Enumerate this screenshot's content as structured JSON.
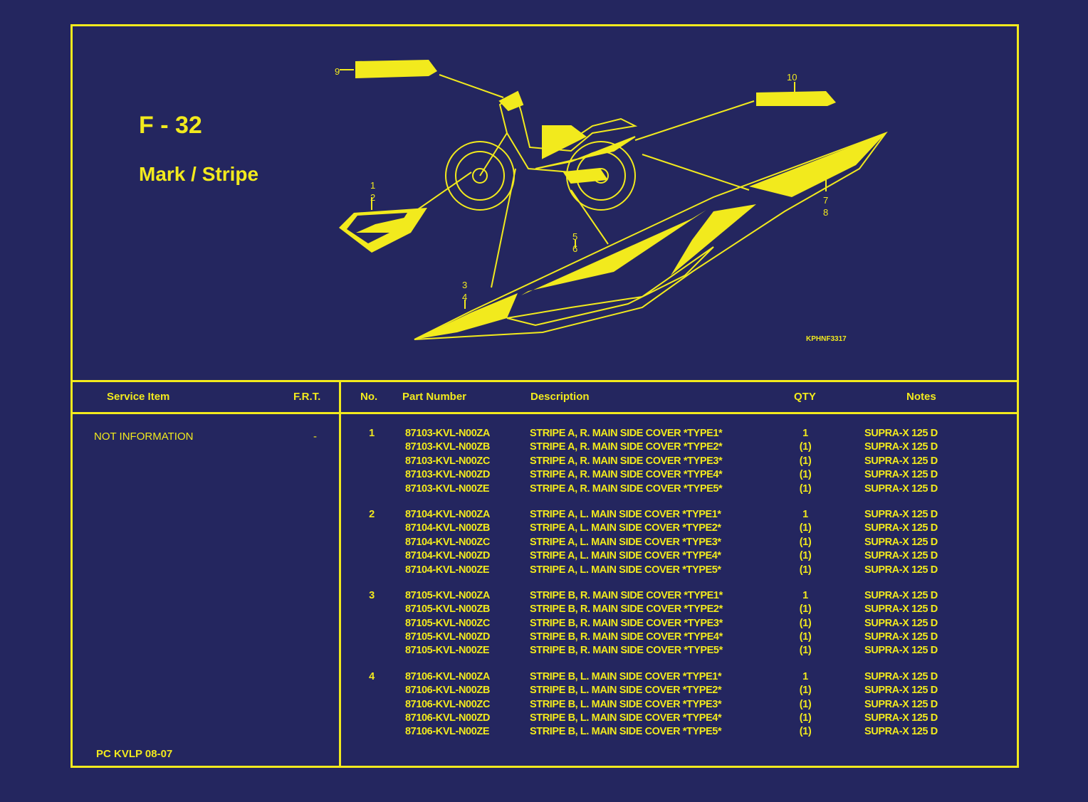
{
  "figure": {
    "code": "F - 32",
    "title": "Mark / Stripe",
    "ref_code": "KPHNF3317",
    "callouts": [
      "9",
      "10",
      "1",
      "2",
      "7",
      "8",
      "5",
      "6",
      "3",
      "4"
    ]
  },
  "service_panel": {
    "header_service_item": "Service Item",
    "header_frt": "F.R.T.",
    "item": "NOT INFORMATION",
    "frt": "-",
    "footer_code": "PC KVLP 08-07"
  },
  "parts_table": {
    "headers": {
      "no": "No.",
      "part_number": "Part Number",
      "description": "Description",
      "qty": "QTY",
      "notes": "Notes"
    },
    "groups": [
      {
        "no": "1",
        "rows": [
          {
            "part_number": "87103-KVL-N00ZA",
            "description": "STRIPE A, R. MAIN SIDE COVER *TYPE1*",
            "qty": "1",
            "notes": "SUPRA-X 125 D"
          },
          {
            "part_number": "87103-KVL-N00ZB",
            "description": "STRIPE A, R. MAIN SIDE COVER *TYPE2*",
            "qty": "(1)",
            "notes": "SUPRA-X 125 D"
          },
          {
            "part_number": "87103-KVL-N00ZC",
            "description": "STRIPE A, R. MAIN SIDE COVER *TYPE3*",
            "qty": "(1)",
            "notes": "SUPRA-X 125 D"
          },
          {
            "part_number": "87103-KVL-N00ZD",
            "description": "STRIPE A, R. MAIN SIDE COVER *TYPE4*",
            "qty": "(1)",
            "notes": "SUPRA-X 125 D"
          },
          {
            "part_number": "87103-KVL-N00ZE",
            "description": "STRIPE A, R. MAIN SIDE COVER *TYPE5*",
            "qty": "(1)",
            "notes": "SUPRA-X 125 D"
          }
        ]
      },
      {
        "no": "2",
        "rows": [
          {
            "part_number": "87104-KVL-N00ZA",
            "description": "STRIPE A, L. MAIN SIDE COVER *TYPE1*",
            "qty": "1",
            "notes": "SUPRA-X 125 D"
          },
          {
            "part_number": "87104-KVL-N00ZB",
            "description": "STRIPE A, L. MAIN SIDE COVER *TYPE2*",
            "qty": "(1)",
            "notes": "SUPRA-X 125 D"
          },
          {
            "part_number": "87104-KVL-N00ZC",
            "description": "STRIPE A, L. MAIN SIDE COVER *TYPE3*",
            "qty": "(1)",
            "notes": "SUPRA-X 125 D"
          },
          {
            "part_number": "87104-KVL-N00ZD",
            "description": "STRIPE A, L. MAIN SIDE COVER *TYPE4*",
            "qty": "(1)",
            "notes": "SUPRA-X 125 D"
          },
          {
            "part_number": "87104-KVL-N00ZE",
            "description": "STRIPE A, L. MAIN SIDE COVER *TYPE5*",
            "qty": "(1)",
            "notes": "SUPRA-X 125 D"
          }
        ]
      },
      {
        "no": "3",
        "rows": [
          {
            "part_number": "87105-KVL-N00ZA",
            "description": "STRIPE B, R. MAIN SIDE COVER *TYPE1*",
            "qty": "1",
            "notes": "SUPRA-X 125 D"
          },
          {
            "part_number": "87105-KVL-N00ZB",
            "description": "STRIPE B, R. MAIN SIDE COVER *TYPE2*",
            "qty": "(1)",
            "notes": "SUPRA-X 125 D"
          },
          {
            "part_number": "87105-KVL-N00ZC",
            "description": "STRIPE B, R. MAIN SIDE COVER *TYPE3*",
            "qty": "(1)",
            "notes": "SUPRA-X 125 D"
          },
          {
            "part_number": "87105-KVL-N00ZD",
            "description": "STRIPE B, R. MAIN SIDE COVER *TYPE4*",
            "qty": "(1)",
            "notes": "SUPRA-X 125 D"
          },
          {
            "part_number": "87105-KVL-N00ZE",
            "description": "STRIPE B, R. MAIN SIDE COVER *TYPE5*",
            "qty": "(1)",
            "notes": "SUPRA-X 125 D"
          }
        ]
      },
      {
        "no": "4",
        "rows": [
          {
            "part_number": "87106-KVL-N00ZA",
            "description": "STRIPE B, L. MAIN SIDE COVER *TYPE1*",
            "qty": "1",
            "notes": "SUPRA-X 125 D"
          },
          {
            "part_number": "87106-KVL-N00ZB",
            "description": "STRIPE B, L. MAIN SIDE COVER *TYPE2*",
            "qty": "(1)",
            "notes": "SUPRA-X 125 D"
          },
          {
            "part_number": "87106-KVL-N00ZC",
            "description": "STRIPE B, L. MAIN SIDE COVER *TYPE3*",
            "qty": "(1)",
            "notes": "SUPRA-X 125 D"
          },
          {
            "part_number": "87106-KVL-N00ZD",
            "description": "STRIPE B, L. MAIN SIDE COVER *TYPE4*",
            "qty": "(1)",
            "notes": "SUPRA-X 125 D"
          },
          {
            "part_number": "87106-KVL-N00ZE",
            "description": "STRIPE B, L. MAIN SIDE COVER *TYPE5*",
            "qty": "(1)",
            "notes": "SUPRA-X 125 D"
          }
        ]
      }
    ]
  },
  "colors": {
    "background": "#24265f",
    "ink": "#f2ea1d"
  }
}
